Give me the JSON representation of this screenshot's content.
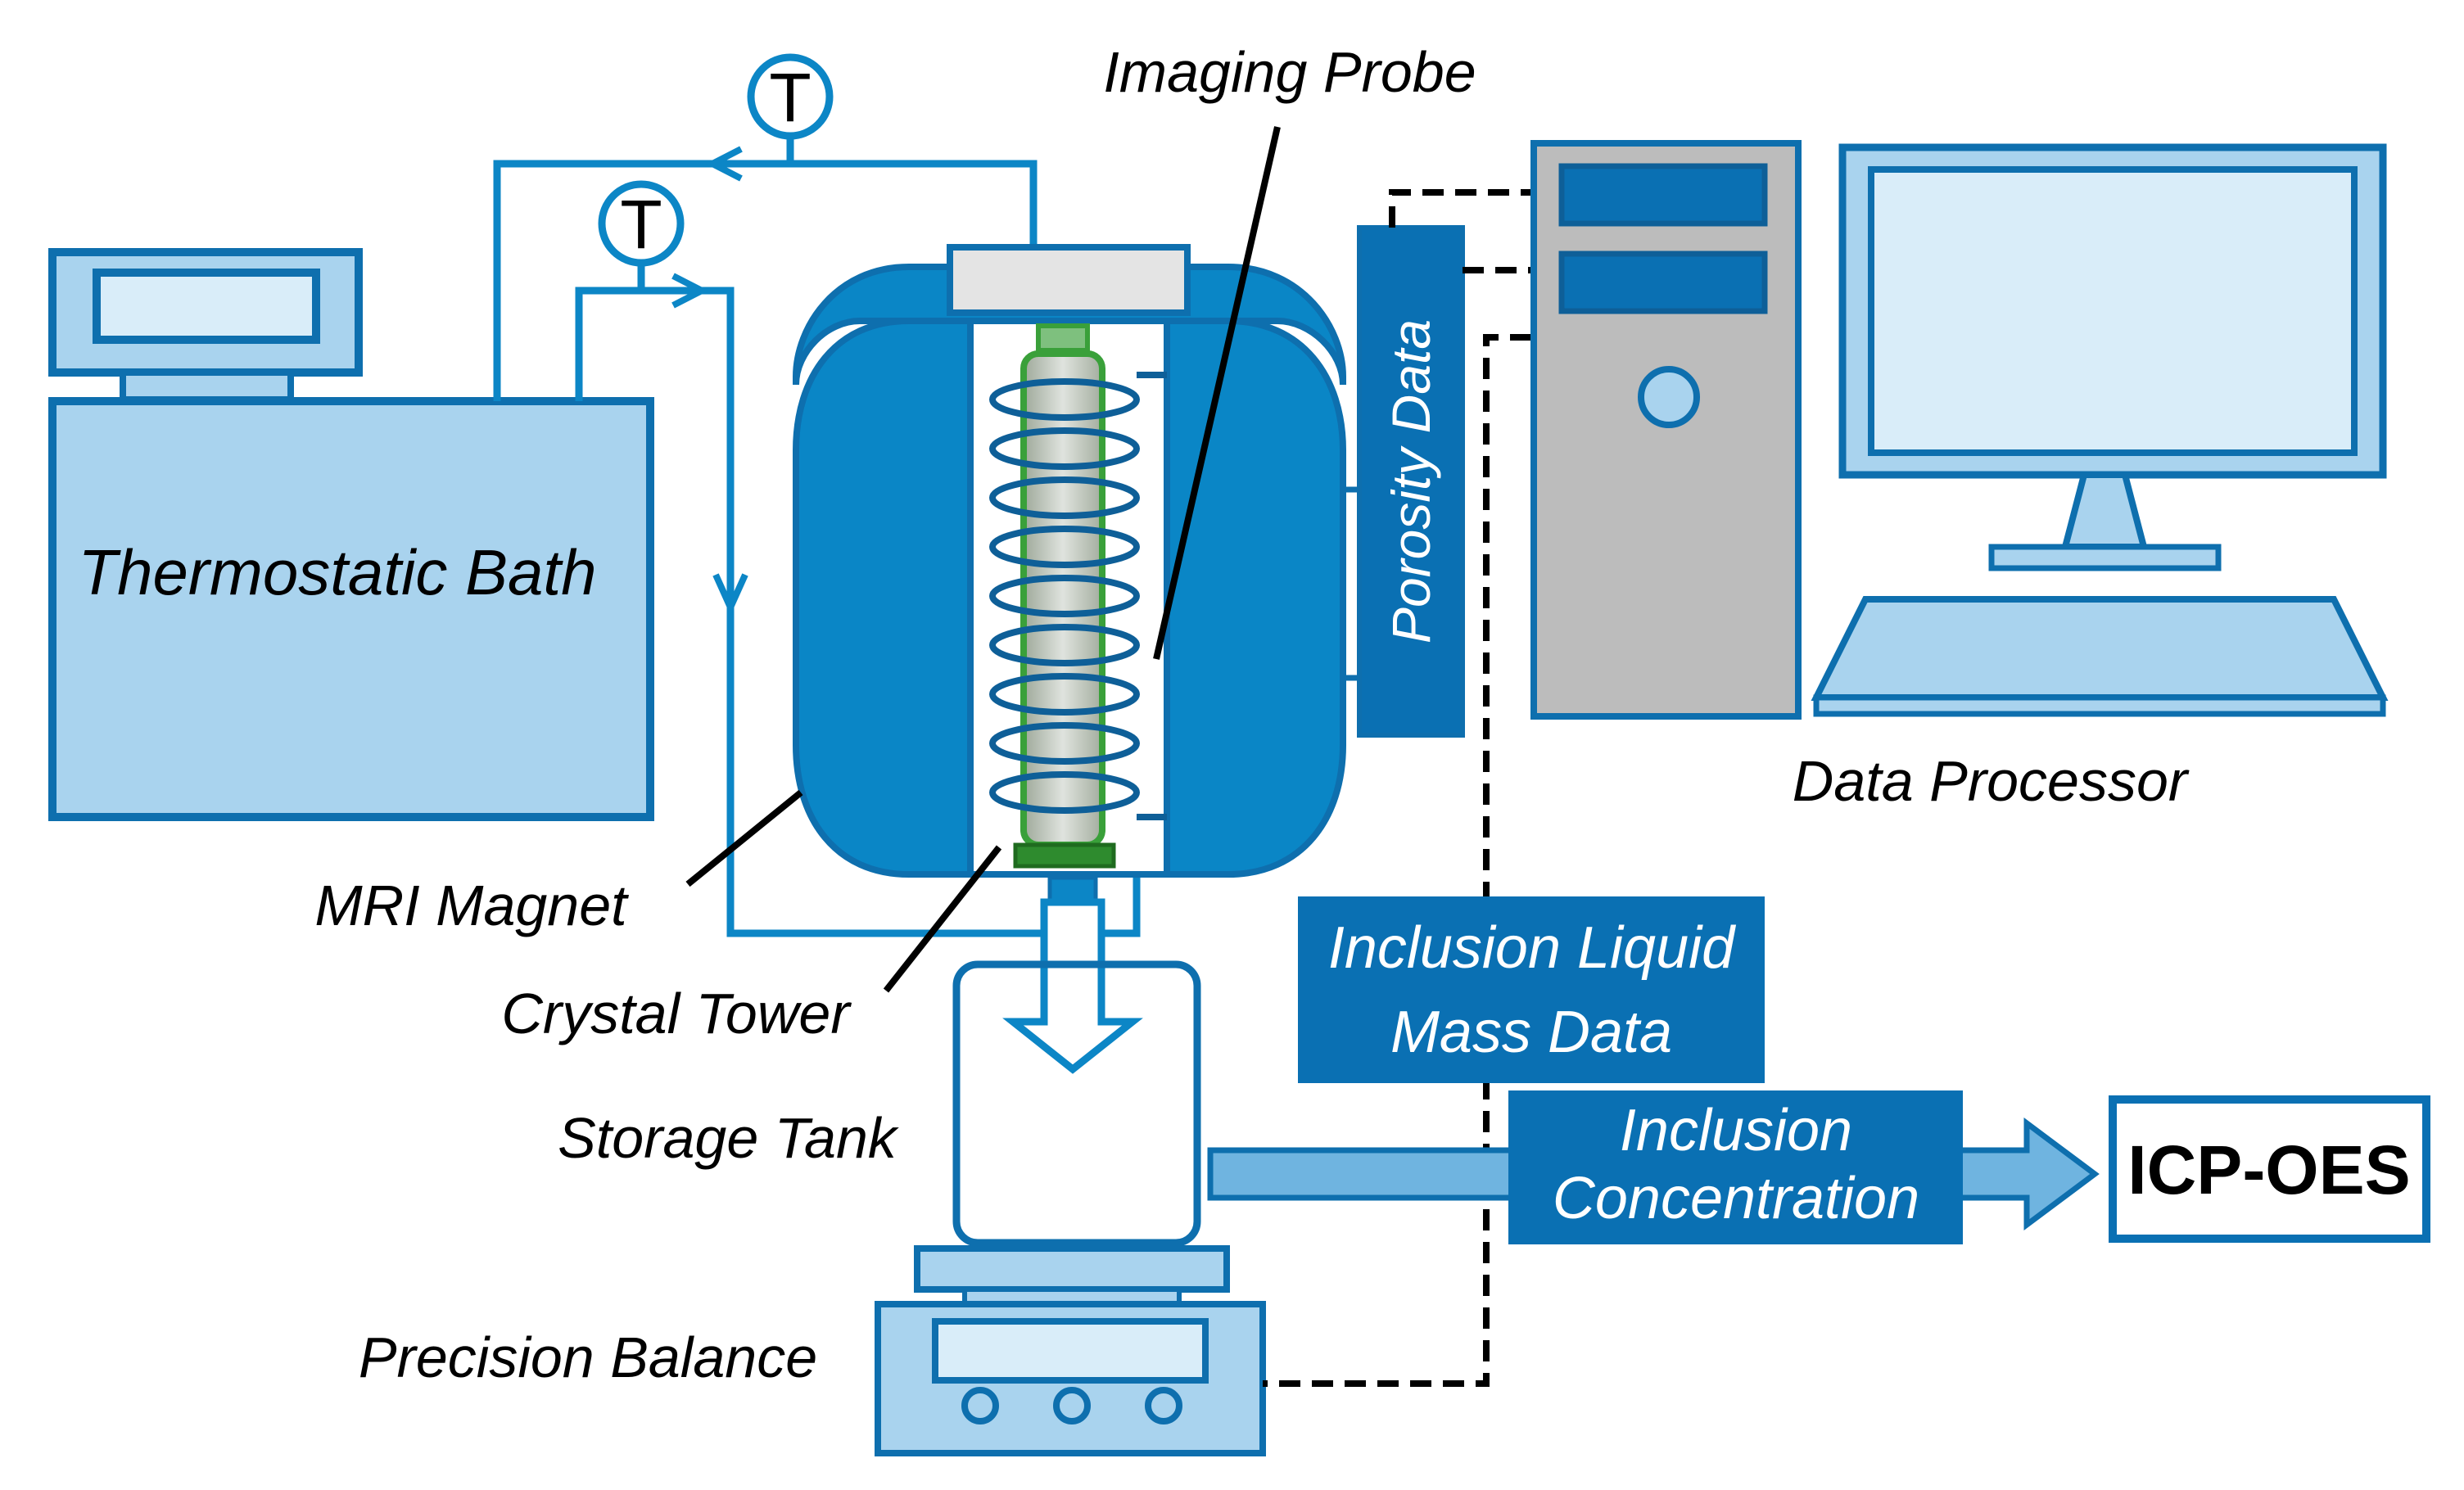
{
  "labels": {
    "thermostatic_bath": "Thermostatic Bath",
    "imaging_probe": "Imaging Probe",
    "mri_magnet": "MRI Magnet",
    "crystal_tower": "Crystal Tower",
    "storage_tank": "Storage Tank",
    "precision_balance": "Precision Balance",
    "data_processor": "Data Processor",
    "porosity_data": "Porosity Data",
    "inclusion_liquid_line1": "Inclusion Liquid",
    "inclusion_liquid_line2": "Mass Data",
    "inclusion_conc_line1": "Inclusion",
    "inclusion_conc_line2": "Concentration",
    "icp_oes": "ICP-OES",
    "thermometer_1": "T",
    "thermometer_2": "T"
  },
  "colors": {
    "dark_blue": "#0a70b3",
    "mid_blue": "#0c86c6",
    "light_blue": "#a9d3ee",
    "stroke_blue": "#0e6fae",
    "gray": "#bcbcbc",
    "light_gray": "#e4e4e4",
    "green": "#3aa03a",
    "black": "#000000"
  }
}
